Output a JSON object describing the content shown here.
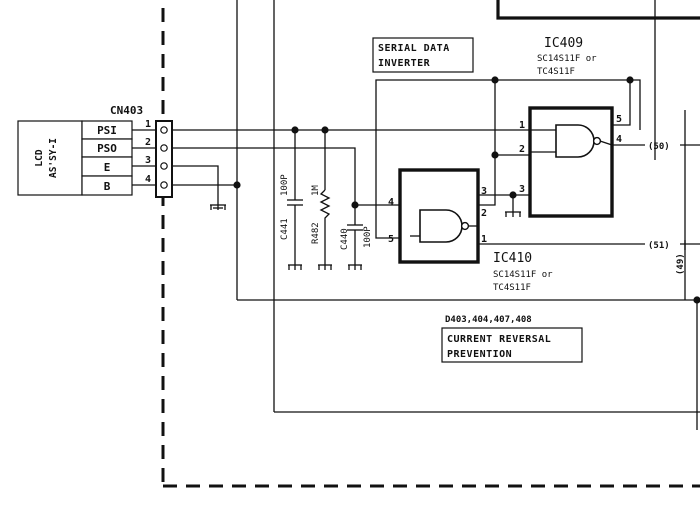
{
  "connector": {
    "ref": "CN403",
    "module_line1": "LCD",
    "module_line2": "AS'SY-I",
    "pins": [
      {
        "number": "1",
        "signal": "PSI"
      },
      {
        "number": "2",
        "signal": "PSO"
      },
      {
        "number": "3",
        "signal": "E"
      },
      {
        "number": "4",
        "signal": "B"
      }
    ]
  },
  "components": {
    "c441": {
      "ref": "C441",
      "value": "100P"
    },
    "r482": {
      "ref": "R482",
      "value": "1M"
    },
    "c440": {
      "ref": "C440",
      "value": "100P"
    }
  },
  "ic409": {
    "ref": "IC409",
    "part_line1": "SC14S11F or",
    "part_line2": "TC4S11F",
    "pins": [
      "1",
      "2",
      "3",
      "4",
      "5"
    ]
  },
  "ic410": {
    "ref": "IC410",
    "part_line1": "SC14S11F or",
    "part_line2": "TC4S11F",
    "pins": [
      "1",
      "2",
      "3",
      "4",
      "5"
    ]
  },
  "labels": {
    "serial_line1": "SERIAL DATA",
    "serial_line2": "INVERTER",
    "diodes": "D403,404,407,408",
    "crp_line1": "CURRENT REVERSAL",
    "crp_line2": "PREVENTION"
  },
  "offpage": [
    "(50)",
    "(51)",
    "(49)"
  ]
}
